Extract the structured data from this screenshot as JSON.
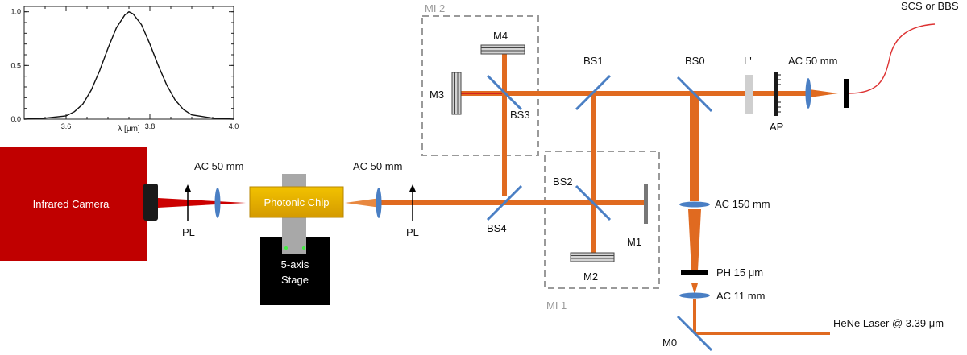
{
  "colors": {
    "beam": "#e06a20",
    "beam_dark": "#c4531a",
    "red_beam": "#cc0000",
    "camera": "#c00000",
    "chip": "#e4a800",
    "lens": "#4a7fc4",
    "splitter": "#4a7fc4",
    "mirror": "#666666",
    "box": "#9a9a9a",
    "fiber": "#dd3333"
  },
  "camera": {
    "label": "Infrared Camera"
  },
  "chip": {
    "label": "Photonic Chip"
  },
  "stage": {
    "line1": "5-axis",
    "line2": "Stage"
  },
  "labels": {
    "ac50_left": "AC 50 mm",
    "ac50_mid": "AC 50 mm",
    "ac50_right": "AC 50 mm",
    "pl_left": "PL",
    "pl_right": "PL",
    "bs0": "BS0",
    "bs1": "BS1",
    "bs2": "BS2",
    "bs3": "BS3",
    "bs4": "BS4",
    "m0": "M0",
    "m1": "M1",
    "m2": "M2",
    "m3": "M3",
    "m4": "M4",
    "mi1": "MI 1",
    "mi2": "MI 2",
    "l_prime": "L'",
    "ap": "AP",
    "ac150": "AC 150 mm",
    "ph": "PH 15  μm",
    "ac11": "AC  11 mm",
    "hene": "HeNe Laser @ 3.39 μm",
    "scs": "SCS or BBS"
  },
  "chart_data": {
    "type": "line",
    "x": [
      3.5,
      3.55,
      3.6,
      3.62,
      3.64,
      3.66,
      3.68,
      3.7,
      3.72,
      3.74,
      3.75,
      3.76,
      3.78,
      3.8,
      3.82,
      3.84,
      3.86,
      3.88,
      3.9,
      3.95,
      4.0
    ],
    "y": [
      0.0,
      0.01,
      0.03,
      0.07,
      0.14,
      0.27,
      0.45,
      0.66,
      0.85,
      0.97,
      1.0,
      0.98,
      0.88,
      0.7,
      0.5,
      0.32,
      0.18,
      0.09,
      0.04,
      0.01,
      0.0
    ],
    "xlabel": "λ [μm]",
    "ylabel": "",
    "xlim": [
      3.5,
      4.0
    ],
    "ylim": [
      0.0,
      1.05
    ],
    "xticks": [
      "3.6",
      "3.8",
      "4.0"
    ],
    "xtick_values": [
      3.6,
      3.8,
      4.0
    ],
    "yticks": [
      "0.0",
      "0.5",
      "1.0"
    ],
    "ytick_values": [
      0.0,
      0.5,
      1.0
    ]
  }
}
